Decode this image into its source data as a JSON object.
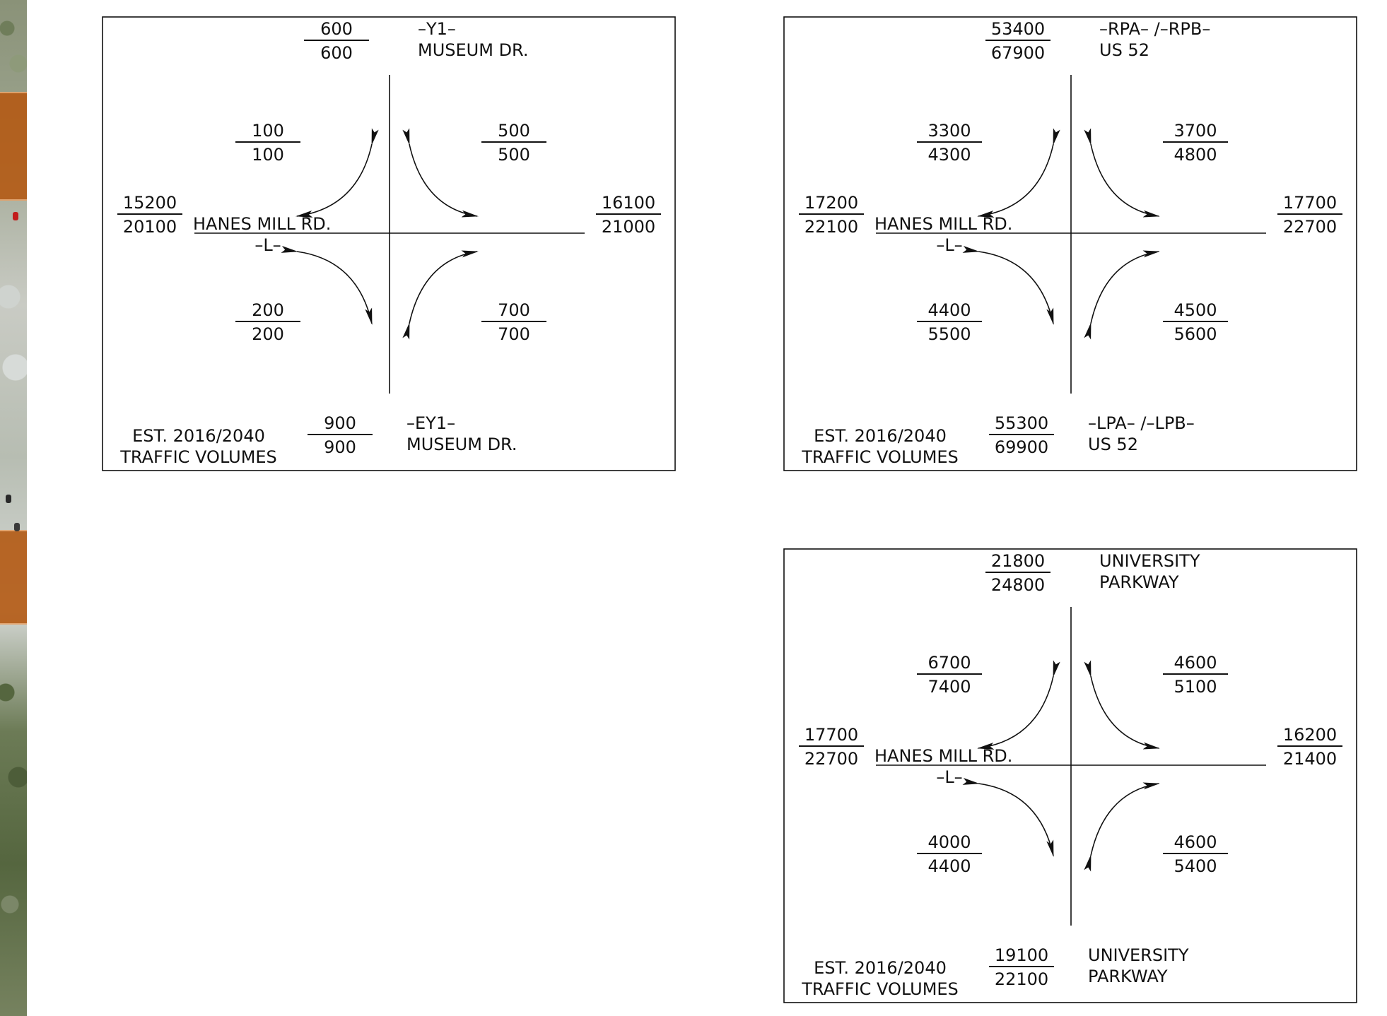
{
  "panels": [
    {
      "id": "museum-dr",
      "north": {
        "top": "600",
        "bottom": "600",
        "name_line1": "–Y1–",
        "name_line2": "MUSEUM   DR."
      },
      "south": {
        "top": "900",
        "bottom": "900",
        "name_line1": "–EY1–",
        "name_line2": "MUSEUM   DR."
      },
      "west": {
        "top": "15200",
        "bottom": "20100"
      },
      "east": {
        "top": "16100",
        "bottom": "21000"
      },
      "nw": {
        "top": "100",
        "bottom": "100"
      },
      "ne": {
        "top": "500",
        "bottom": "500"
      },
      "sw": {
        "top": "200",
        "bottom": "200"
      },
      "se": {
        "top": "700",
        "bottom": "700"
      },
      "road_name": "HANES  MILL  RD.",
      "road_tag": "–L–",
      "est_line1": "EST. 2016/2040",
      "est_line2": "TRAFFIC   VOLUMES"
    },
    {
      "id": "us-52",
      "north": {
        "top": "53400",
        "bottom": "67900",
        "name_line1": "–RPA– /–RPB–",
        "name_line2": "US  52"
      },
      "south": {
        "top": "55300",
        "bottom": "69900",
        "name_line1": "–LPA– /–LPB–",
        "name_line2": "US  52"
      },
      "west": {
        "top": "17200",
        "bottom": "22100"
      },
      "east": {
        "top": "17700",
        "bottom": "22700"
      },
      "nw": {
        "top": "3300",
        "bottom": "4300"
      },
      "ne": {
        "top": "3700",
        "bottom": "4800"
      },
      "sw": {
        "top": "4400",
        "bottom": "5500"
      },
      "se": {
        "top": "4500",
        "bottom": "5600"
      },
      "road_name": "HANES  MILL  RD.",
      "road_tag": "–L–",
      "est_line1": "EST. 2016/2040",
      "est_line2": "TRAFFIC   VOLUMES"
    },
    {
      "id": "university-parkway",
      "north": {
        "top": "21800",
        "bottom": "24800",
        "name_line1": "UNIVERSITY",
        "name_line2": "PARKWAY"
      },
      "south": {
        "top": "19100",
        "bottom": "22100",
        "name_line1": "UNIVERSITY",
        "name_line2": "PARKWAY"
      },
      "west": {
        "top": "17700",
        "bottom": "22700"
      },
      "east": {
        "top": "16200",
        "bottom": "21400"
      },
      "nw": {
        "top": "6700",
        "bottom": "7400"
      },
      "ne": {
        "top": "4600",
        "bottom": "5100"
      },
      "sw": {
        "top": "4000",
        "bottom": "4400"
      },
      "se": {
        "top": "4600",
        "bottom": "5400"
      },
      "road_name": "HANES  MILL  RD.",
      "road_tag": "–L–",
      "est_line1": "EST. 2016/2040",
      "est_line2": "TRAFFIC   VOLUMES"
    }
  ]
}
